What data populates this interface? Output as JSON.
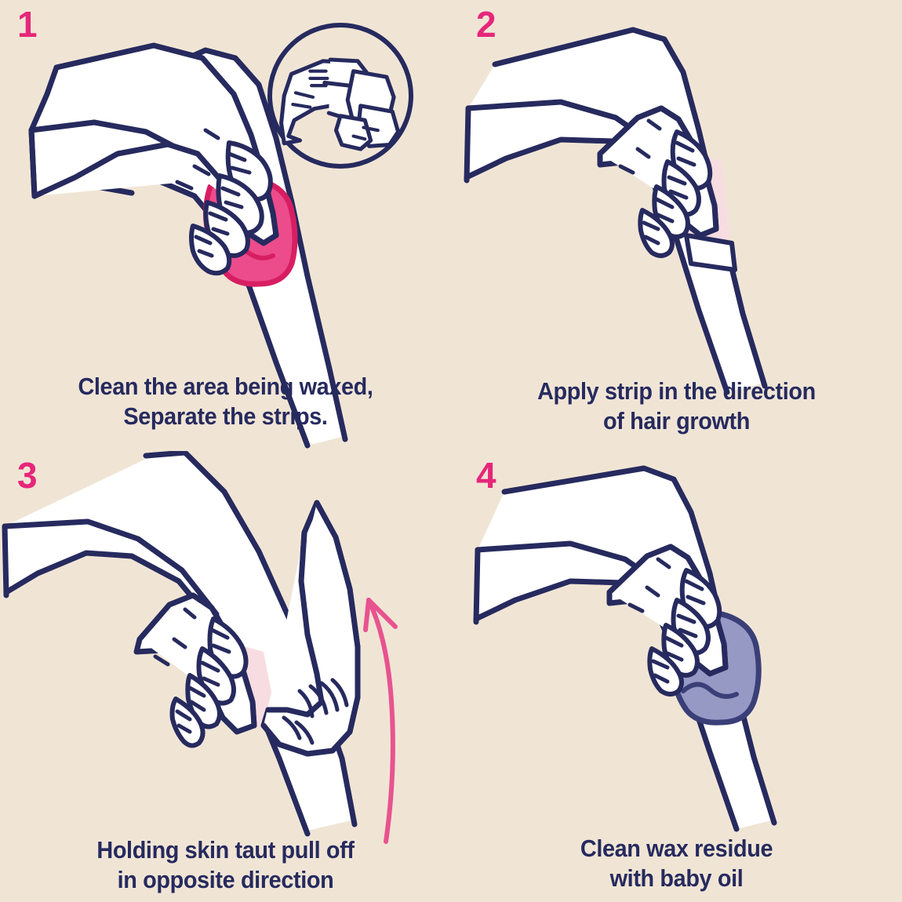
{
  "page": {
    "title": "Wax Strip Usage Instructions",
    "background_color": "#f0e5d5",
    "ink_color": "#262a5e",
    "accent_color": "#e6267a"
  },
  "colors": {
    "background": "#f0e5d5",
    "navy_outline": "#262a5e",
    "magenta_number": "#e6267a",
    "pink_cloth_fill": "#ec4c8c",
    "pink_cloth_outline": "#d81e63",
    "pale_pink_strip": "#f7dde1",
    "lavender_cloth_fill": "#9699c4",
    "lavender_cloth_outline": "#3a3f78",
    "pink_arrow": "#e8538f",
    "skin_fill": "#ffffff"
  },
  "steps": [
    {
      "number": "1",
      "caption": "Clean the area being waxed,\nSeparate the strips.",
      "illustration_name": "hand-wiping-leg-with-pink-cloth",
      "has_inset": true,
      "inset_name": "hands-separating-wax-strips-inset"
    },
    {
      "number": "2",
      "caption": "Apply strip in the direction\nof hair growth",
      "illustration_name": "hand-applying-wax-strip-to-leg",
      "has_inset": false,
      "inset_name": ""
    },
    {
      "number": "3",
      "caption": "Holding skin taut pull off\nin opposite direction",
      "illustration_name": "two-hands-pulling-off-wax-strip",
      "has_inset": false,
      "inset_name": "",
      "annotation": "upward-pull-arrow"
    },
    {
      "number": "4",
      "caption": "Clean wax residue\nwith baby oil",
      "illustration_name": "hand-wiping-leg-with-lavender-cloth",
      "has_inset": false,
      "inset_name": ""
    }
  ]
}
